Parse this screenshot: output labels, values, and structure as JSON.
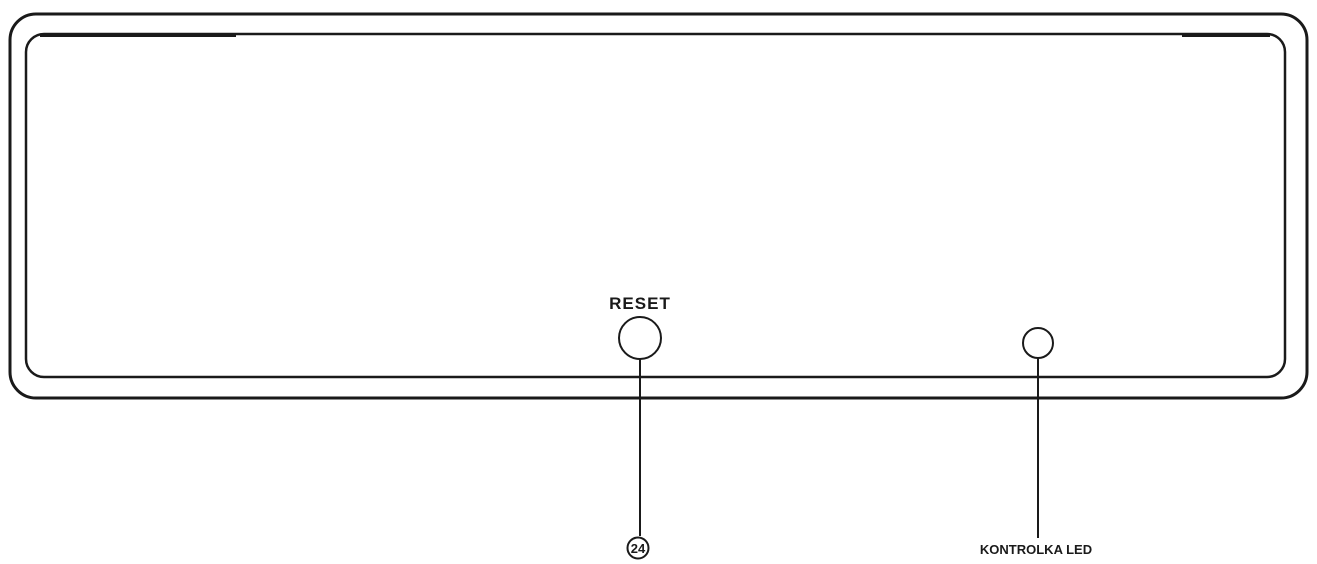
{
  "labels": {
    "reset": "RESET",
    "callout_number": "24",
    "led": "KONTROLKA LED"
  },
  "colors": {
    "stroke": "#1a1a1a",
    "background": "#ffffff"
  }
}
